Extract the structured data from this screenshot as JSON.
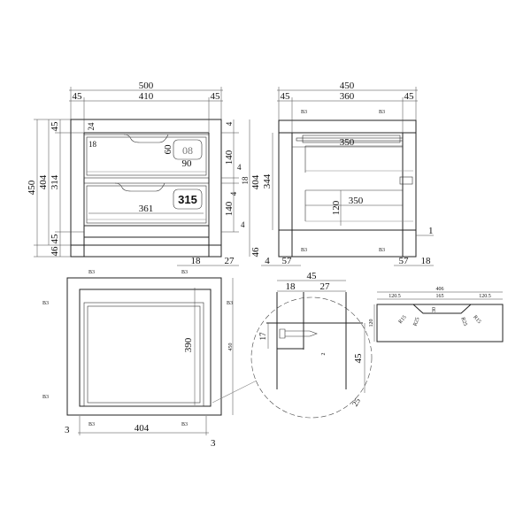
{
  "front_view": {
    "overall_width": "500",
    "left_leg": "45",
    "inner_width": "410",
    "right_leg": "45",
    "overall_height": "450",
    "body_height": "404",
    "inner_height": "314",
    "top_rail": "45",
    "bottom_rail": "45",
    "leg_foot": "46",
    "rail_gap": "24",
    "drawer_offset": "18",
    "label_height": "60",
    "label_width": "90",
    "drawer1_height": "140",
    "drawer2_height": "140",
    "gap_top": "4",
    "gap_mid_a": "4",
    "gap_mid_b": "18",
    "gap_mid_c": "4",
    "gap_bottom": "4",
    "right_body_height": "404",
    "right_foot": "46",
    "drawer_inner_width": "361",
    "foot_a": "18",
    "foot_b": "27",
    "label_1": "08",
    "label_2": "315"
  },
  "side_view": {
    "overall_depth": "450",
    "left_leg": "45",
    "inner_depth": "360",
    "right_leg": "45",
    "inner_height": "344",
    "drawer1_depth": "350",
    "drawer2_depth": "350",
    "drawer2_height": "120",
    "clearance": "1",
    "foot_left": "4",
    "leg_left": "57",
    "leg_right": "57",
    "foot_right": "18",
    "fastener": "B3"
  },
  "plan_view": {
    "width": "404",
    "depth": "390",
    "outer_depth": "450",
    "offset_left": "3",
    "offset_right": "3",
    "fastener": "B3"
  },
  "detail": {
    "total": "45",
    "part_a": "18",
    "part_b": "27",
    "height": "17",
    "gap": "2",
    "leg": "45",
    "chamfer": "25"
  },
  "handle_profile": {
    "total_width": "406",
    "left_seg": "120.5",
    "mid_seg": "165",
    "right_seg": "120.5",
    "height": "120",
    "depth": "30",
    "r_outer_left": "R15",
    "r_inner_left": "R25",
    "r_inner_right": "R25",
    "r_outer_right": "R15"
  }
}
